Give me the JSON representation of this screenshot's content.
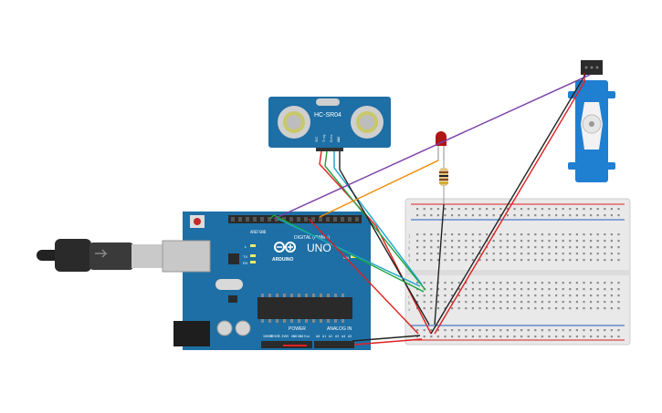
{
  "sensor": {
    "model": "HC-SR04",
    "pins": [
      "VCC",
      "Trig",
      "Echo",
      "GND"
    ]
  },
  "arduino": {
    "brand": "ARDUINO",
    "model": "UNO",
    "digital_label": "DIGITAL (PWM~)",
    "power_label": "POWER",
    "analog_label": "ANALOG IN",
    "on_label": "ON",
    "tx_label": "TX",
    "rx_label": "RX",
    "l_label": "L",
    "aref_label": "AREF",
    "gnd_label": "GND",
    "power_pins": [
      "IOREF",
      "RESET",
      "3.3V",
      "5V",
      "GND",
      "GND",
      "Vin"
    ],
    "analog_pins": [
      "A0",
      "A1",
      "A2",
      "A3",
      "A4",
      "A5"
    ]
  },
  "breadboard": {
    "row_letters_top": [
      "j",
      "i",
      "h",
      "g",
      "f"
    ],
    "row_letters_bottom": [
      "e",
      "d",
      "c",
      "b",
      "a"
    ],
    "columns": 30
  },
  "colors": {
    "board_blue": "#1d6fa5",
    "wire_red": "#e02020",
    "wire_black": "#222222",
    "wire_purple": "#7a3da8",
    "wire_orange": "#f08a00",
    "wire_green": "#1fa33a",
    "wire_teal": "#1aa3c7",
    "servo_blue": "#1f7fd1",
    "led_red": "#b11414"
  }
}
